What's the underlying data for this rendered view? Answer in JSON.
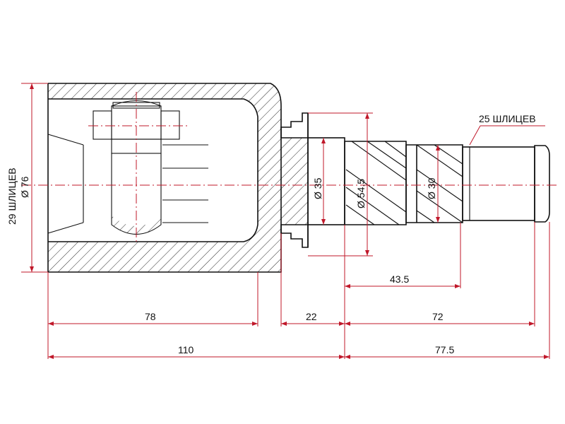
{
  "diagram": {
    "labels": {
      "left_splines": "29 ШЛИЦЕВ",
      "left_diameter": "Ø 76",
      "right_splines": "25 ШЛИЦЕВ",
      "dia_35": "Ø 35",
      "dia_54_5": "Ø 54.5",
      "dia_30": "Ø 30"
    },
    "dimensions": {
      "d78": "78",
      "d22": "22",
      "d72": "72",
      "d43_5": "43.5",
      "d110": "110",
      "d77_5": "77.5"
    },
    "colors": {
      "outline": "#111111",
      "dimension": "#c0182a",
      "background": "#ffffff"
    }
  }
}
